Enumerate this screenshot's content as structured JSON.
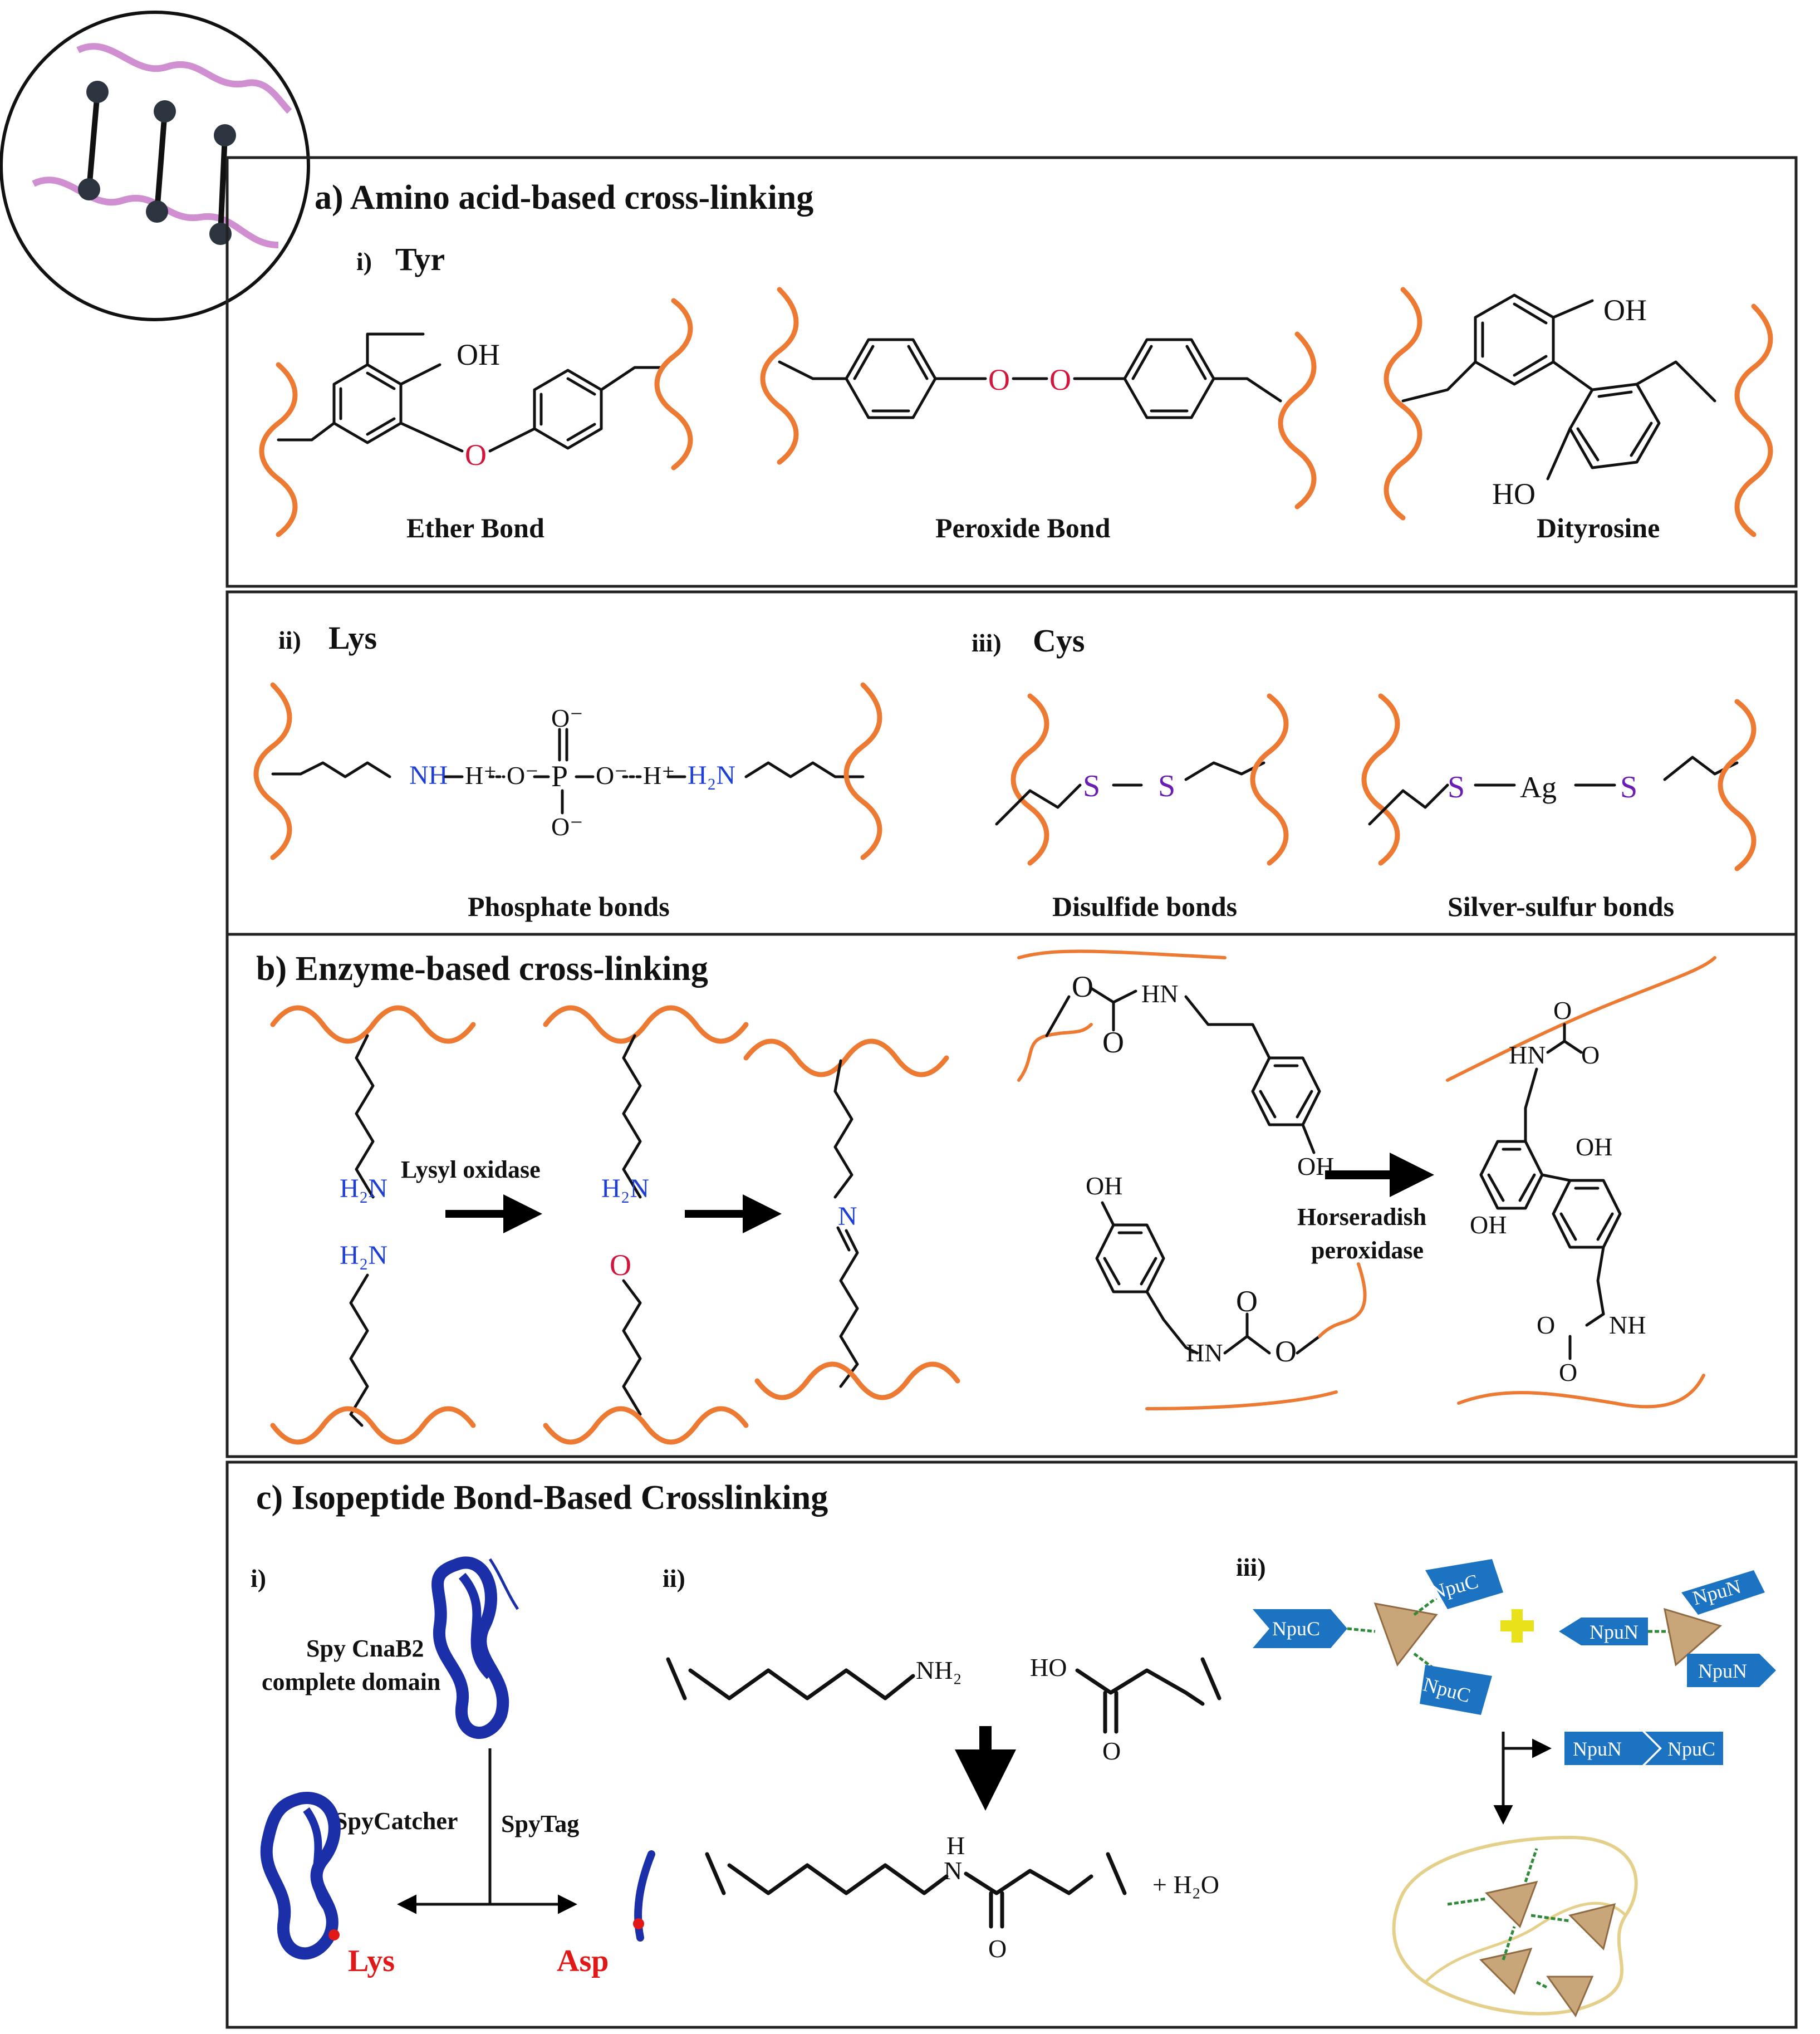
{
  "sections": {
    "a": {
      "title": "a) Amino acid-based cross-linking",
      "sub_tyr": "i)",
      "sub_tyr_name": "Tyr",
      "ether_caption": "Ether Bond",
      "peroxide_caption": "Peroxide Bond",
      "dityrosine_caption": "Dityrosine",
      "sub_lys": "ii)",
      "sub_lys_name": "Lys",
      "sub_cys": "iii)",
      "sub_cys_name": "Cys",
      "phosphate_caption": "Phosphate bonds",
      "disulfide_caption": "Disulfide bonds",
      "silver_caption": "Silver-sulfur bonds"
    },
    "b": {
      "title": "b) Enzyme-based cross-linking",
      "lysyl_label": "Lysyl oxidase",
      "hrp_label_1": "Horseradish",
      "hrp_label_2": "peroxidase"
    },
    "c": {
      "title": "c) Isopeptide Bond-Based Crosslinking",
      "sub_i": "i)",
      "sub_ii": "ii)",
      "sub_iii": "iii)",
      "spy_domain_1": "Spy CnaB2",
      "spy_domain_2": "complete domain",
      "spycatcher": "SpyCatcher",
      "spytag": "SpyTag",
      "lys": "Lys",
      "asp": "Asp",
      "plus_water": "+ H₂O"
    }
  },
  "atoms": {
    "oh": "OH",
    "ho": "HO",
    "o": "O",
    "s": "S",
    "ag": "Ag",
    "p": "P",
    "n": "N",
    "h": "H",
    "nh": "NH",
    "hn": "HN",
    "nh2": "NH₂",
    "h2n": "H₂N",
    "ho_acid": "HO",
    "o_minus": "O⁻",
    "h_plus": "H⁺"
  },
  "tags": {
    "npuc": "NpuC",
    "npun": "NpuN"
  },
  "colors": {
    "polymer_chain": "#ec7a33",
    "oxygen": "#d4153b",
    "nitrogen": "#1d3fd6",
    "sulfur": "#6a1db3",
    "protein": "#1a2fa8",
    "tag_blue": "#1b73c2",
    "tetrahedron": "#c9a57a",
    "plus_yellow": "#e9e21a",
    "network_chain": "#e4d08a",
    "icon_chain": "#cf8fd0"
  }
}
